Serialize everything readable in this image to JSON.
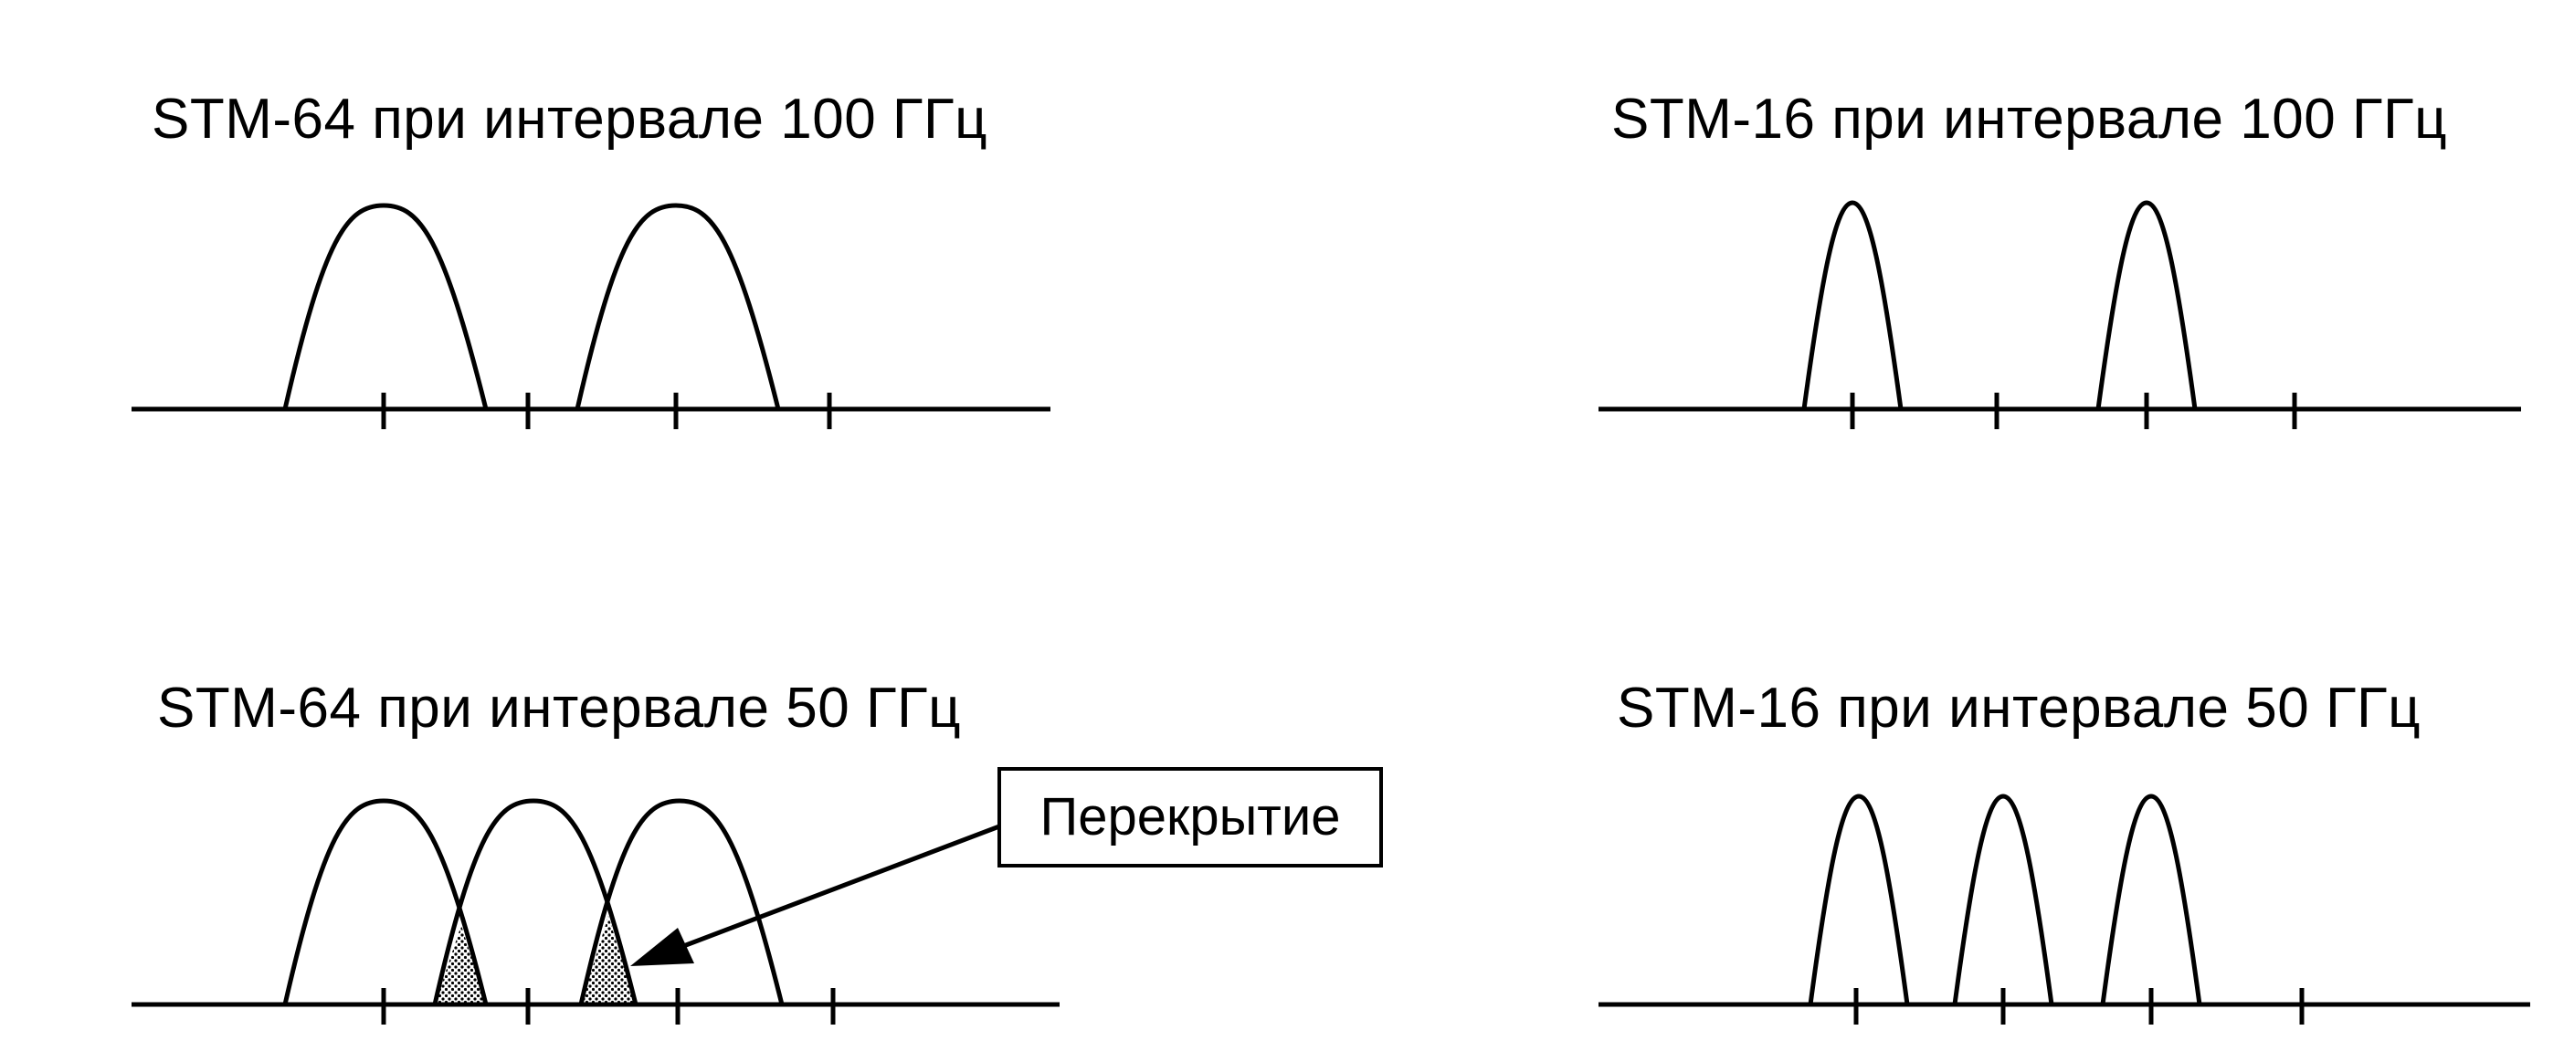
{
  "panels": {
    "top_left": {
      "title": "STM-64 при интервале 100 ГГц"
    },
    "top_right": {
      "title": "STM-16 при интервале 100 ГГц"
    },
    "bottom_left": {
      "title": "STM-64 при интервале 50 ГГц"
    },
    "bottom_right": {
      "title": "STM-16 при интервале 50 ГГц"
    }
  },
  "callout": {
    "label": "Перекрытие"
  },
  "colors": {
    "ink": "#000000",
    "background": "#ffffff"
  }
}
